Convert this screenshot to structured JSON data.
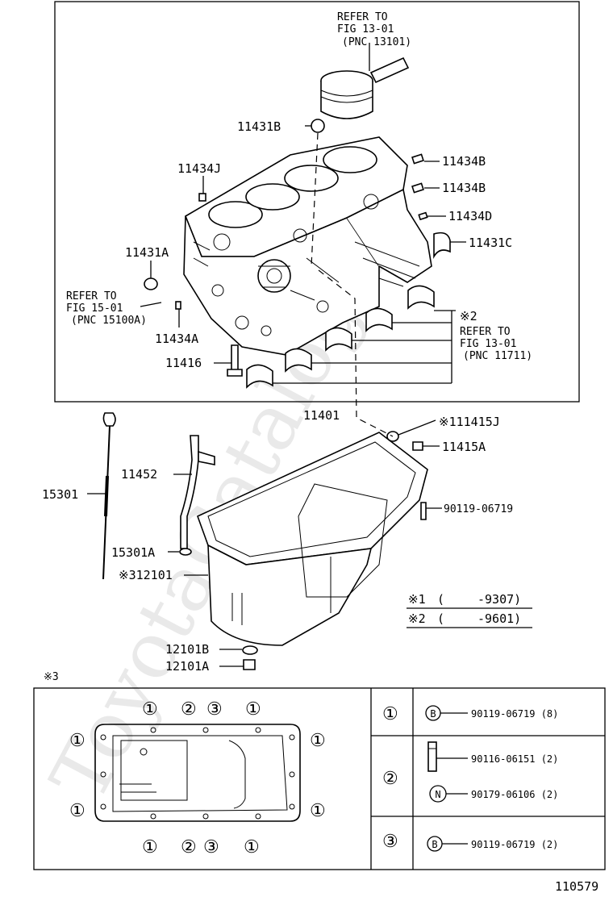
{
  "watermark": "ToyotaCatalog.ru",
  "main_box_label": "11401",
  "labels": {
    "piston_ref": [
      "REFER TO",
      "FIG 13-01",
      "(PNC 13101)"
    ],
    "p11431B": "11431B",
    "p11434J": "11434J",
    "p11434B_1": "11434B",
    "p11434B_2": "11434B",
    "p11434D": "11434D",
    "p11431C": "11431C",
    "p11431A": "11431A",
    "ref_15": [
      "REFER TO",
      "FIG 15-01",
      "(PNC 15100A)"
    ],
    "p11434A": "11434A",
    "p11416": "11416",
    "note2_mark": "※2",
    "ref_13": [
      "REFER TO",
      "FIG 13-01",
      "(PNC 11711)"
    ],
    "p111415J": "※111415J",
    "p11415A": "11415A",
    "p15301": "15301",
    "p11452": "11452",
    "p90119": "90119-06719",
    "p15301A": "15301A",
    "p312101": "※312101",
    "p12101B": "12101B",
    "p12101A": "12101A"
  },
  "applicability": [
    {
      "mark": "※1",
      "open": "(",
      "range": "-9307)"
    },
    {
      "mark": "※2",
      "open": "(",
      "range": "-9601)"
    }
  ],
  "section3": {
    "mark": "※3",
    "rows": [
      {
        "circle": "①",
        "badge": "B",
        "part": "90119-06719 (8)"
      },
      {
        "circle": "②",
        "badge": "",
        "part": "90116-06151 (2)"
      },
      {
        "circle": "",
        "badge": "N",
        "part": "90179-06106 (2)"
      },
      {
        "circle": "③",
        "badge": "B",
        "part": "90119-06719 (2)"
      }
    ],
    "pan_callouts": {
      "top": [
        "①",
        "②",
        "③",
        "①"
      ],
      "bottom": [
        "①",
        "②",
        "③",
        "①"
      ],
      "left": [
        "①",
        "①"
      ],
      "right": [
        "①",
        "①"
      ]
    }
  },
  "page_number": "110579"
}
